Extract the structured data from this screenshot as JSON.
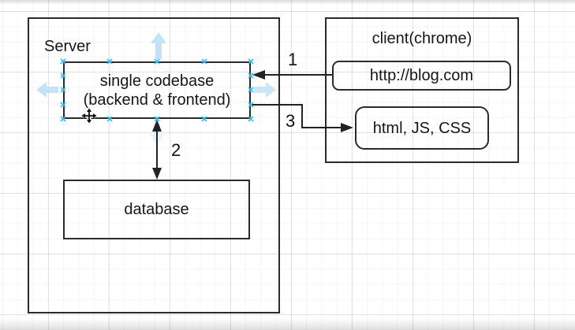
{
  "diagram": {
    "server": {
      "label": "Server"
    },
    "single_codebase": {
      "line1": "single codebase",
      "line2": "(backend & frontend)"
    },
    "database": {
      "label": "database"
    },
    "client": {
      "title": "client(chrome)",
      "url_label": "http://blog.com",
      "assets_label": "html, JS, CSS"
    },
    "connector_labels": {
      "request": "1",
      "db_link": "2",
      "response": "3"
    }
  },
  "icons": {
    "connection_point": "cyan-x-handle",
    "direction_arrow": "pale-blue-block-arrow",
    "move_cursor": "four-way-move-cursor"
  },
  "colors": {
    "background": "#ffffff",
    "stroke": "#2b2b2b",
    "selection_accent": "#35bdf4",
    "direction_arrow": "#bfe0f5",
    "grid_minor": "#f4f4f6",
    "grid_major": "#e9e9ec"
  }
}
